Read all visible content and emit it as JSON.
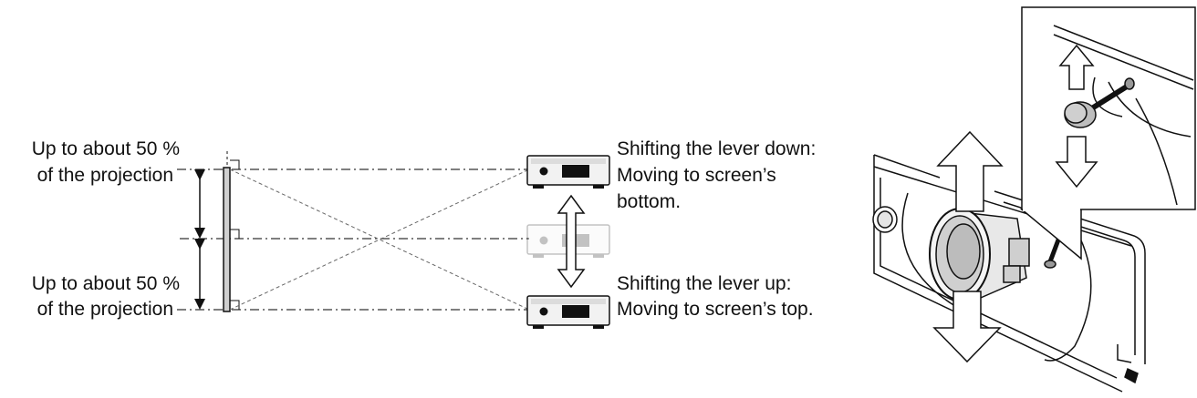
{
  "left_labels": {
    "upper": [
      "Up to about 50 %",
      "of the projection"
    ],
    "lower": [
      "Up to about 50 %",
      "of the projection"
    ]
  },
  "right_labels": {
    "down": [
      "Shifting the lever down:",
      "Moving to screen’s",
      "bottom."
    ],
    "up": [
      "Shifting the lever up:",
      "Moving to screen’s top."
    ]
  }
}
